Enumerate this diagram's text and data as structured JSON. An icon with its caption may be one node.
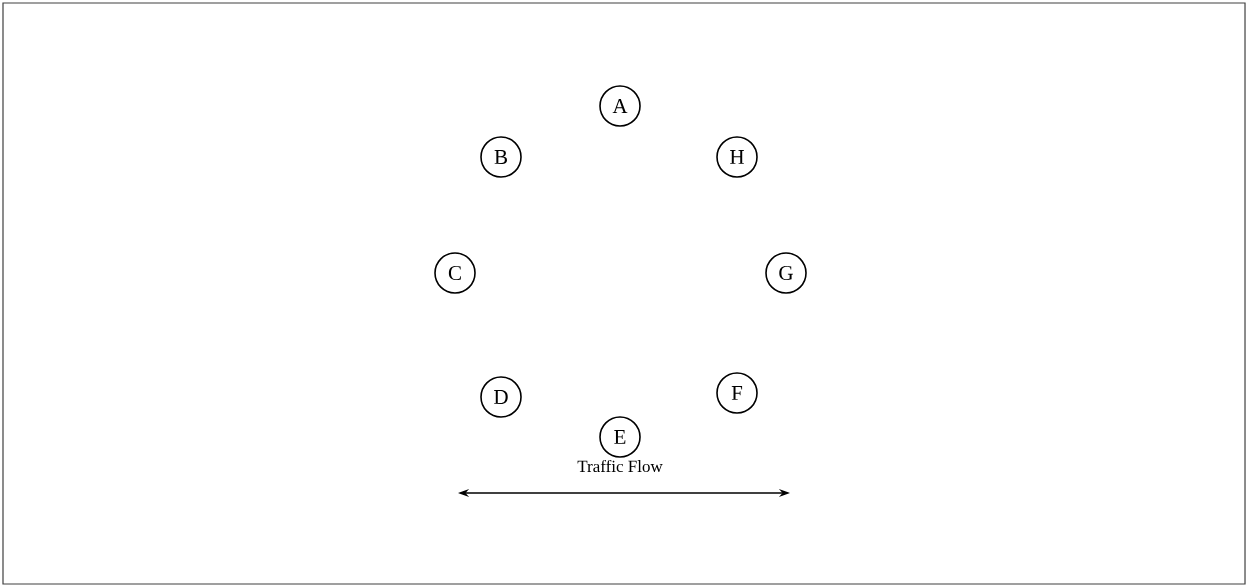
{
  "diagram": {
    "nodes": [
      {
        "text": [
          "A"
        ]
      },
      {
        "text": [
          "B"
        ]
      },
      {
        "text": [
          "H"
        ]
      },
      {
        "text": [
          "C"
        ]
      },
      {
        "text": [
          "G"
        ]
      },
      {
        "text": [
          "D"
        ]
      },
      {
        "text": [
          "F"
        ]
      },
      {
        "text": [
          "E"
        ]
      }
    ],
    "labels": [
      "Traffic Flow"
    ]
  }
}
